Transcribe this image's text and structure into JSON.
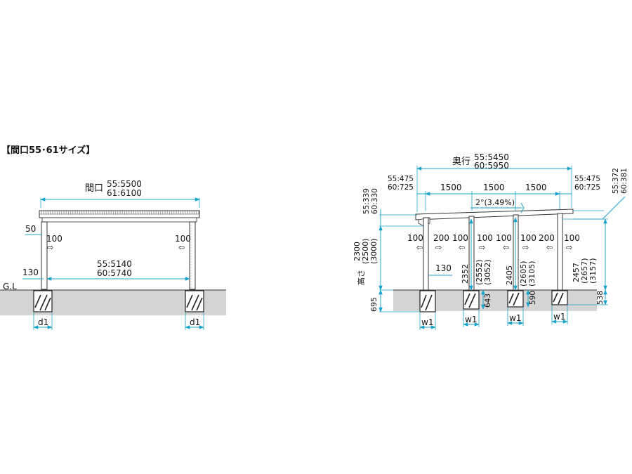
{
  "title": "【間口55･61サイズ】",
  "front": {
    "width_label": "間口",
    "width_55": "55:5500",
    "width_61": "61:6100",
    "dim_50": "50",
    "dim_100_left": "100",
    "dim_100_right": "100",
    "inner_55": "55:5140",
    "inner_60": "60:5740",
    "dim_130": "130",
    "gl": "G.L",
    "d1_left": "d1",
    "d1_right": "d1"
  },
  "side": {
    "depth_label": "奥行",
    "depth_55": "55:5450",
    "depth_60": "60:5950",
    "left_over_55": "55:475",
    "left_over_60": "60:725",
    "right_over_55": "55:475",
    "right_over_60": "60:725",
    "span_1": "1500",
    "span_2": "1500",
    "span_3": "1500",
    "slope": "2°(3.49%)",
    "left_roof_55": "55:339",
    "left_roof_60": "60:330",
    "right_roof_55": "55:372",
    "right_roof_60": "60:381",
    "height_a": "2300",
    "height_b": "(2500)",
    "height_c": "(3000)",
    "height_word": "高さ",
    "embed_left": "695",
    "post_dims": [
      "100",
      "200",
      "100",
      "100",
      "100",
      "100",
      "200",
      "100"
    ],
    "dim_130": "130",
    "mid1_a": "2352",
    "mid1_b": "(2552)",
    "mid1_c": "(3052)",
    "mid1_embed": "643",
    "mid2_a": "2405",
    "mid2_b": "(2605)",
    "mid2_c": "(3105)",
    "mid2_embed": "590",
    "right_a": "2457",
    "right_b": "(2657)",
    "right_c": "(3157)",
    "embed_right": "538",
    "w1_labels": [
      "w1",
      "w1",
      "w1",
      "w1"
    ]
  }
}
